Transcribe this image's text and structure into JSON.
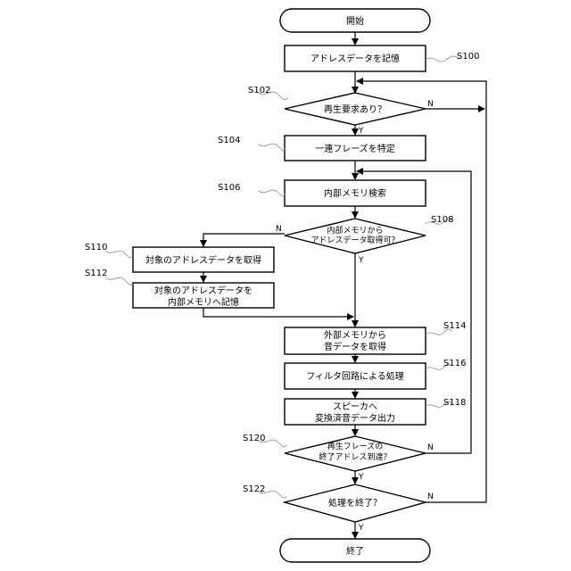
{
  "flowchart": {
    "start": "開始",
    "end": "終了",
    "steps": {
      "s100": {
        "id": "S100",
        "text": [
          "アドレスデータを記憶"
        ]
      },
      "s102": {
        "id": "S102",
        "text": [
          "再生要求あり？"
        ]
      },
      "s104": {
        "id": "S104",
        "text": [
          "一連フレーズを特定"
        ]
      },
      "s106": {
        "id": "S106",
        "text": [
          "内部メモリ検索"
        ]
      },
      "s108": {
        "id": "S108",
        "text": [
          "内部メモリから",
          "アドレスデータ取得可？"
        ]
      },
      "s110": {
        "id": "S110",
        "text": [
          "対象のアドレスデータを取得"
        ]
      },
      "s112": {
        "id": "S112",
        "text": [
          "対象のアドレスデータを",
          "内部メモリへ記憶"
        ]
      },
      "s114": {
        "id": "S114",
        "text": [
          "外部メモリから",
          "音データを取得"
        ]
      },
      "s116": {
        "id": "S116",
        "text": [
          "フィルタ回路による処理"
        ]
      },
      "s118": {
        "id": "S118",
        "text": [
          "スピーカへ",
          "変換済音データ出力"
        ]
      },
      "s120": {
        "id": "S120",
        "text": [
          "再生フレーズの",
          "終了アドレス到達？"
        ]
      },
      "s122": {
        "id": "S122",
        "text": [
          "処理を終了？"
        ]
      }
    },
    "branch": {
      "yes": "Y",
      "no": "N"
    }
  }
}
